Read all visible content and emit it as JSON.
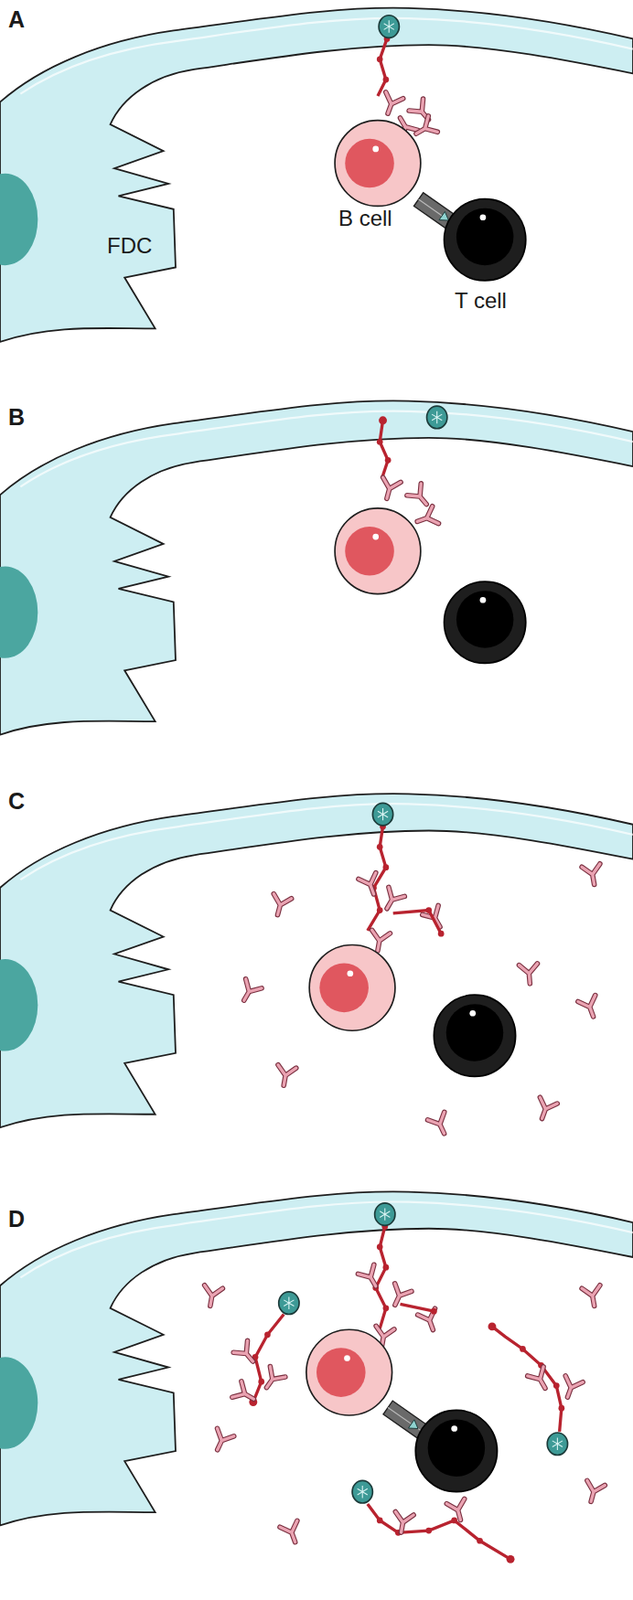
{
  "diagram": {
    "nodes": [
      {
        "text": [
          "FDC"
        ]
      },
      {
        "text": [
          "B cell"
        ]
      },
      {
        "text": [
          "T cell"
        ]
      }
    ],
    "labels": [
      "A",
      "B",
      "C",
      "D"
    ]
  }
}
